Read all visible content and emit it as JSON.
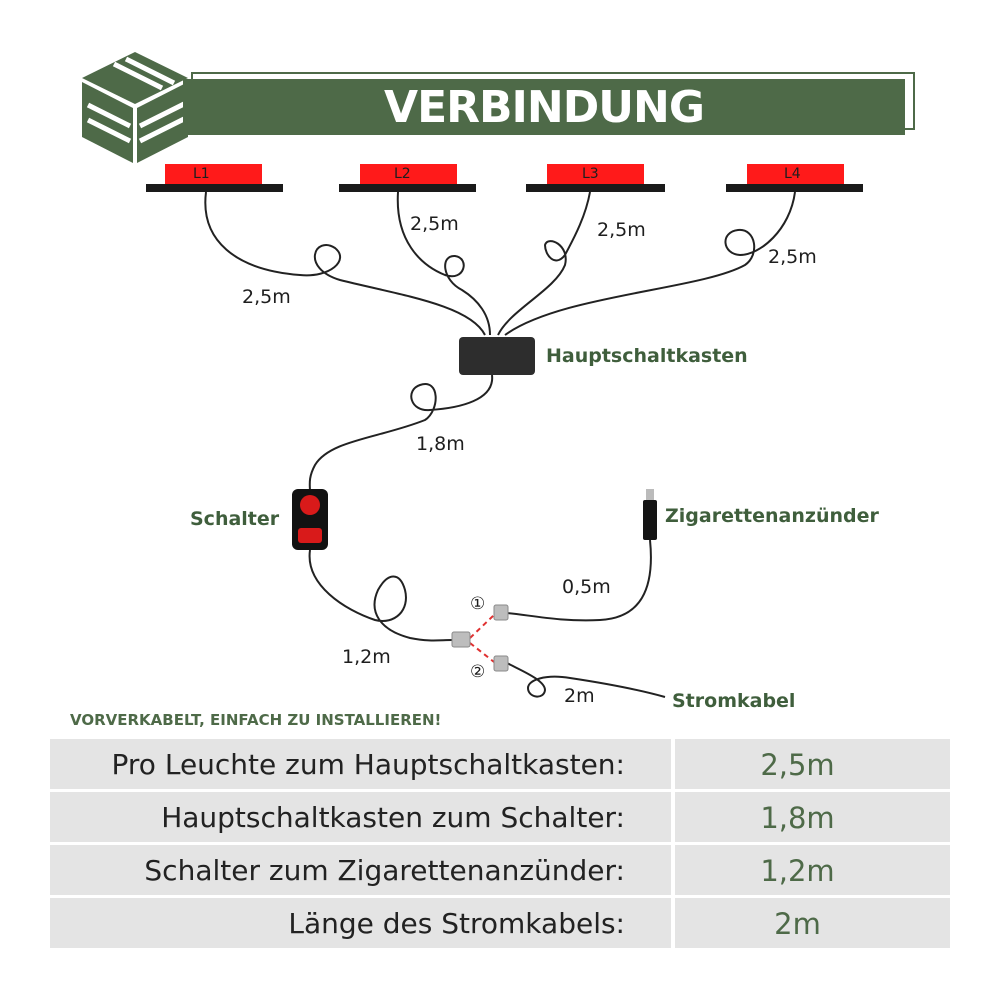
{
  "header": {
    "title": "VERBINDUNG"
  },
  "lamps": [
    "L1",
    "L2",
    "L3",
    "L4"
  ],
  "cable_labels": {
    "l1": "2,5m",
    "l2": "2,5m",
    "l3": "2,5m",
    "l4": "2,5m",
    "main_to_switch": "1,8m",
    "switch_to_y": "1,2m",
    "lighter": "0,5m",
    "power": "2m"
  },
  "components": {
    "main_box": "Hauptschaltkasten",
    "switch": "Schalter",
    "lighter": "Zigarettenanzünder",
    "power_cable": "Stromkabel"
  },
  "connector_marks": {
    "one": "①",
    "two": "②"
  },
  "tagline": "VORVERKABELT, EINFACH ZU INSTALLIEREN!",
  "table": {
    "rows": [
      {
        "label": "Pro Leuchte zum Hauptschaltkasten:",
        "value": "2,5m"
      },
      {
        "label": "Hauptschaltkasten zum Schalter:",
        "value": "1,8m"
      },
      {
        "label": "Schalter zum Zigarettenanzünder:",
        "value": "1,2m"
      },
      {
        "label": "Länge des Stromkabels:",
        "value": "2m"
      }
    ]
  },
  "colors": {
    "brand_green": "#4e6a48",
    "lamp_red": "#ff1a1a",
    "switch_red": "#d91a1a",
    "cell_gray": "#e4e4e4"
  }
}
